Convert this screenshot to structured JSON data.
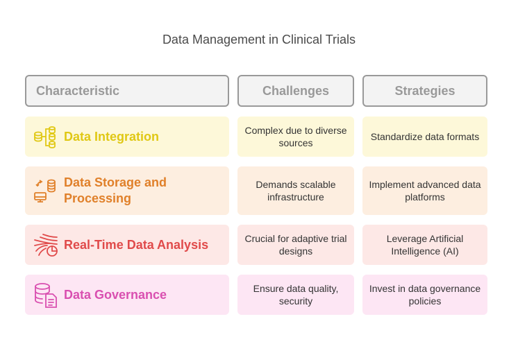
{
  "title": "Data Management in Clinical Trials",
  "headers": {
    "characteristic": "Characteristic",
    "challenges": "Challenges",
    "strategies": "Strategies"
  },
  "rows": [
    {
      "icon": "database-integration-icon",
      "label": "Data Integration",
      "challenge": "Complex due to diverse sources",
      "strategy": "Standardize data formats",
      "color": "#e0c814",
      "bg": "#fdf8d9"
    },
    {
      "icon": "database-computer-icon",
      "label": "Data Storage and Processing",
      "challenge": "Demands scalable infrastructure",
      "strategy": "Implement advanced data platforms",
      "color": "#e0802a",
      "bg": "#fdeee0"
    },
    {
      "icon": "data-stream-clock-icon",
      "label": "Real-Time Data Analysis",
      "challenge": "Crucial for adaptive trial designs",
      "strategy": "Leverage Artificial Intelligence (AI)",
      "color": "#e04a4a",
      "bg": "#fde8e6"
    },
    {
      "icon": "database-document-icon",
      "label": "Data Governance",
      "challenge": "Ensure data quality, security",
      "strategy": "Invest in data governance policies",
      "color": "#d94fb0",
      "bg": "#fde6f4"
    }
  ]
}
